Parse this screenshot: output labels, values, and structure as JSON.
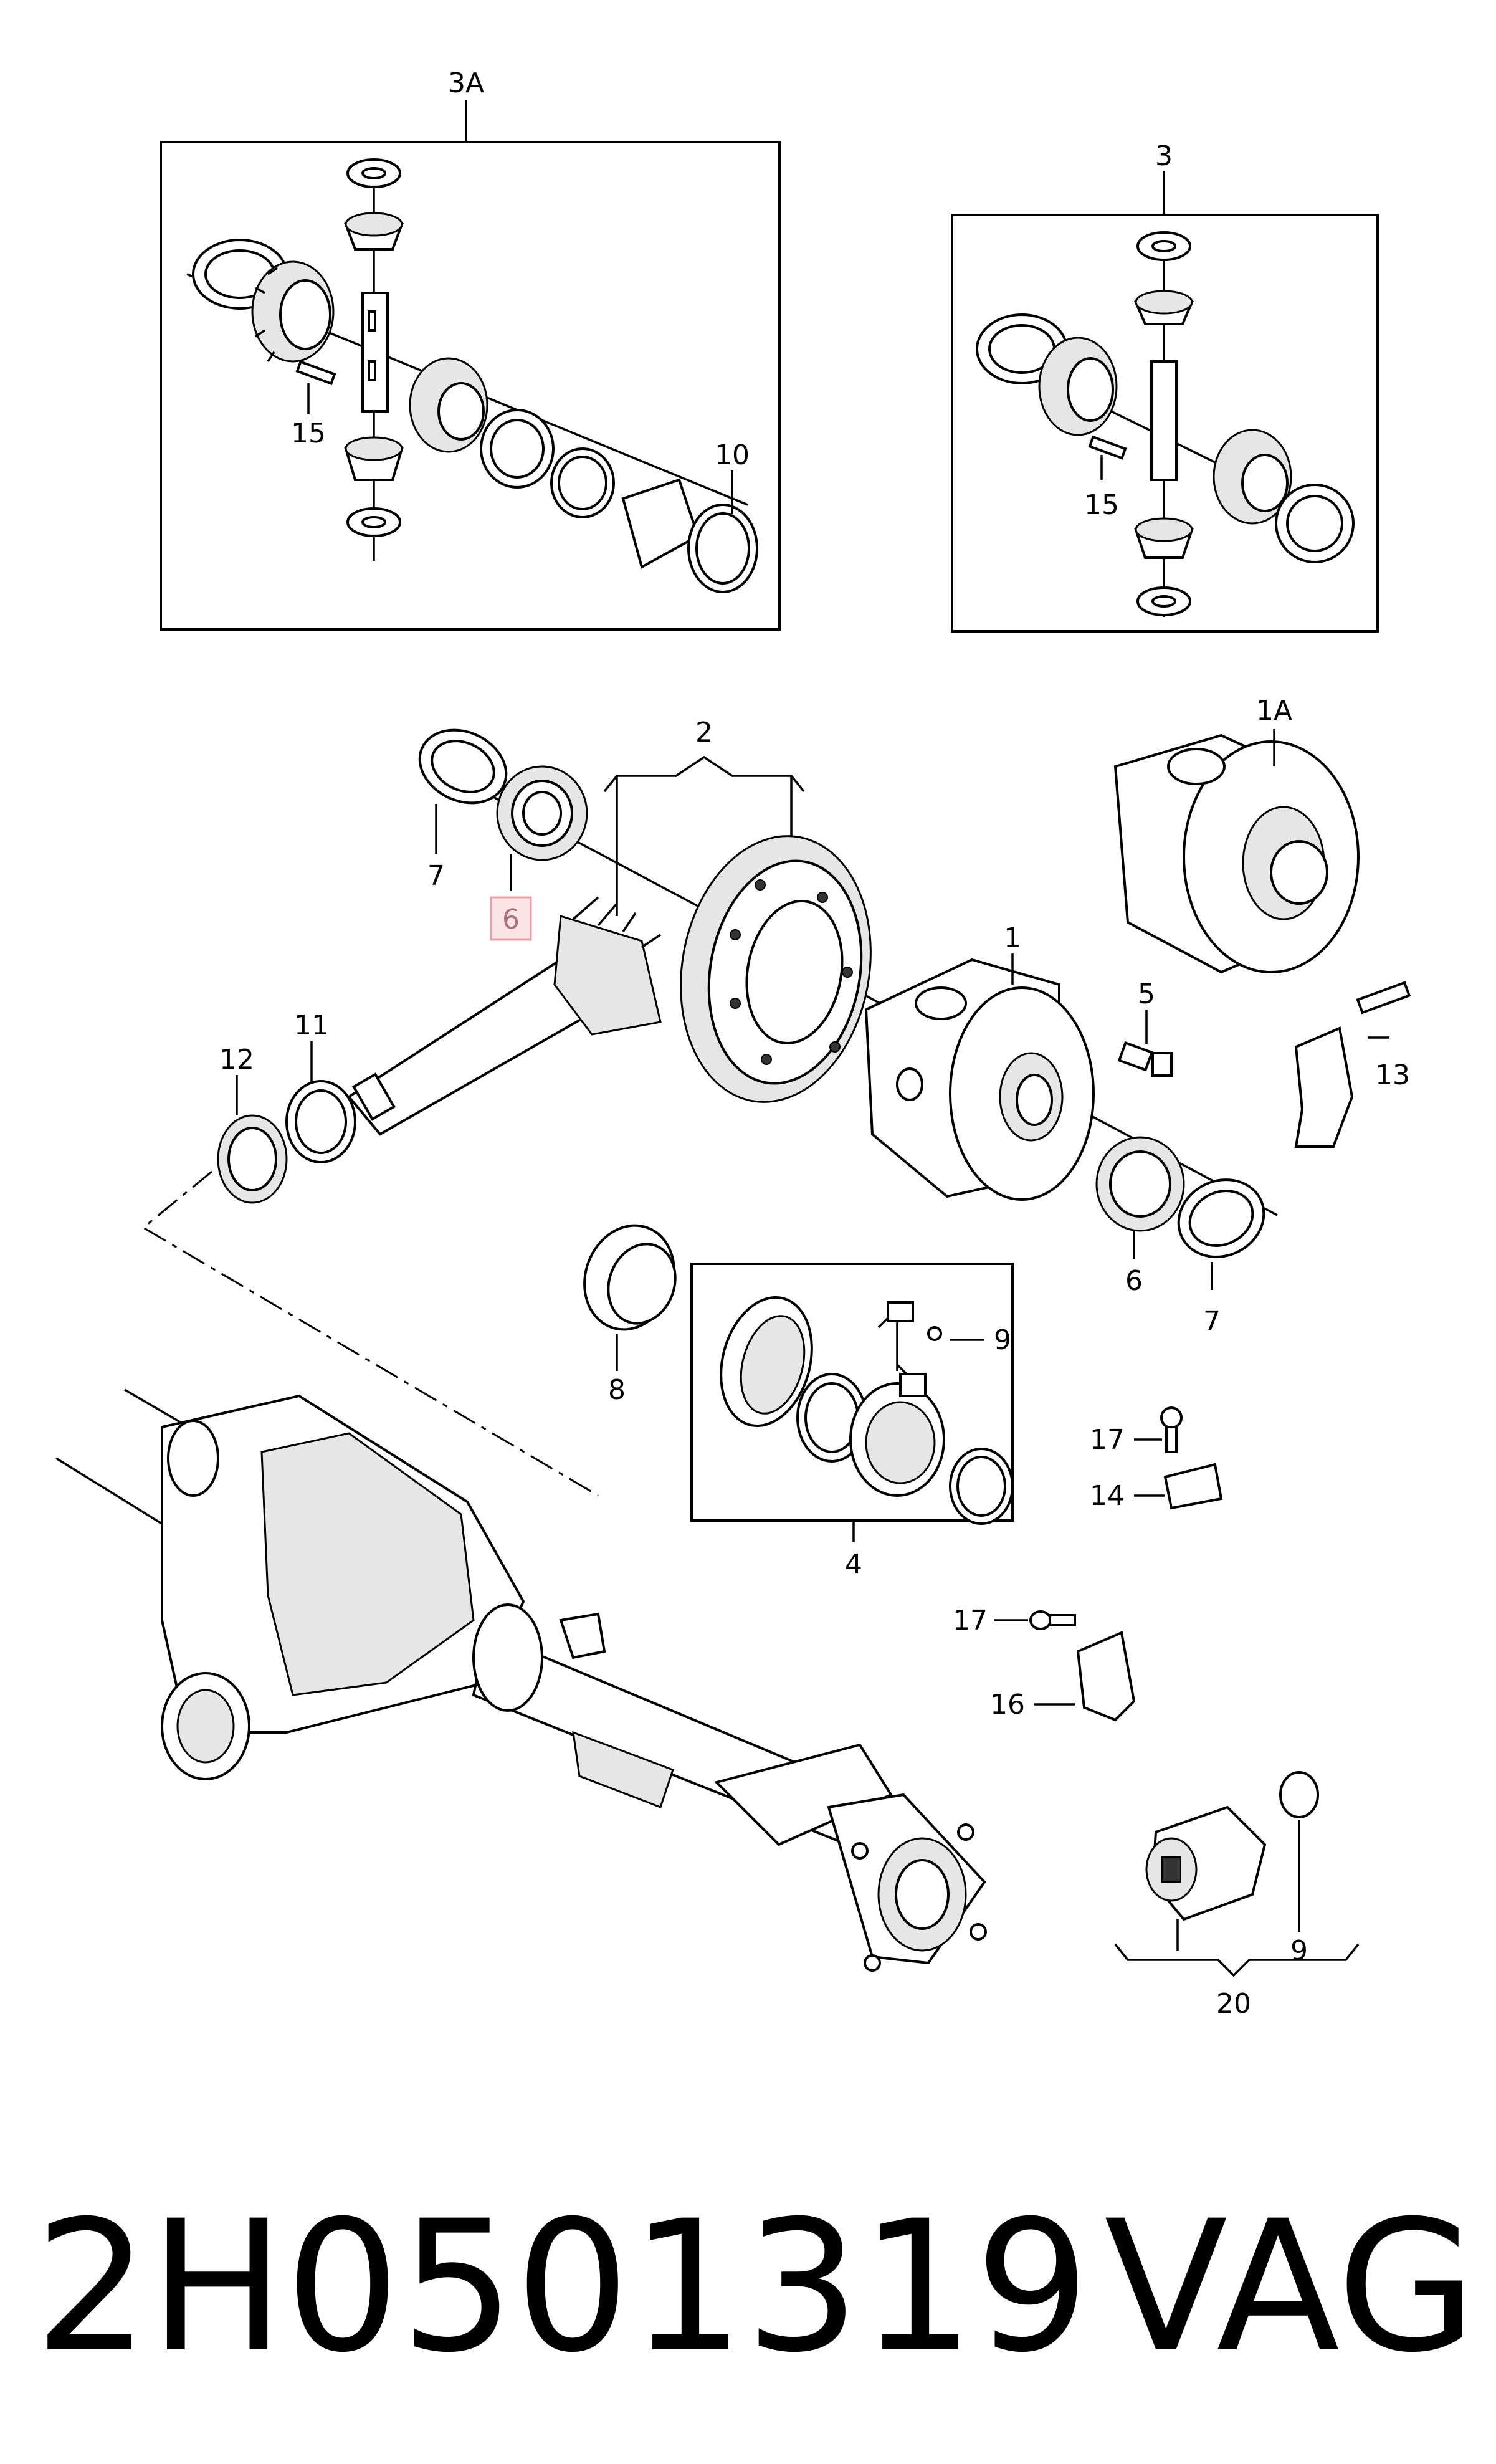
{
  "diagram": {
    "callouts": {
      "group_3A": "3A",
      "group_3": "3",
      "c15_a": "15",
      "c10": "10",
      "c15_b": "15",
      "c2": "2",
      "c1A": "1A",
      "c7_top": "7",
      "c6_top": "6",
      "c1": "1",
      "c5": "5",
      "c13": "13",
      "c11": "11",
      "c12": "12",
      "c6_bottom": "6",
      "c7_bottom": "7",
      "c8": "8",
      "c9_top": "9",
      "c4": "4",
      "c17_top": "17",
      "c14": "14",
      "c17_bottom": "17",
      "c16": "16",
      "c9_bottom": "9",
      "c20": "20"
    },
    "highlighted_callout": "6",
    "highlight_color": "#e8a0a8",
    "highlight_fill": "#fbe4e6"
  },
  "footer": {
    "part_number": "2H0501319",
    "brand": "VAG"
  }
}
